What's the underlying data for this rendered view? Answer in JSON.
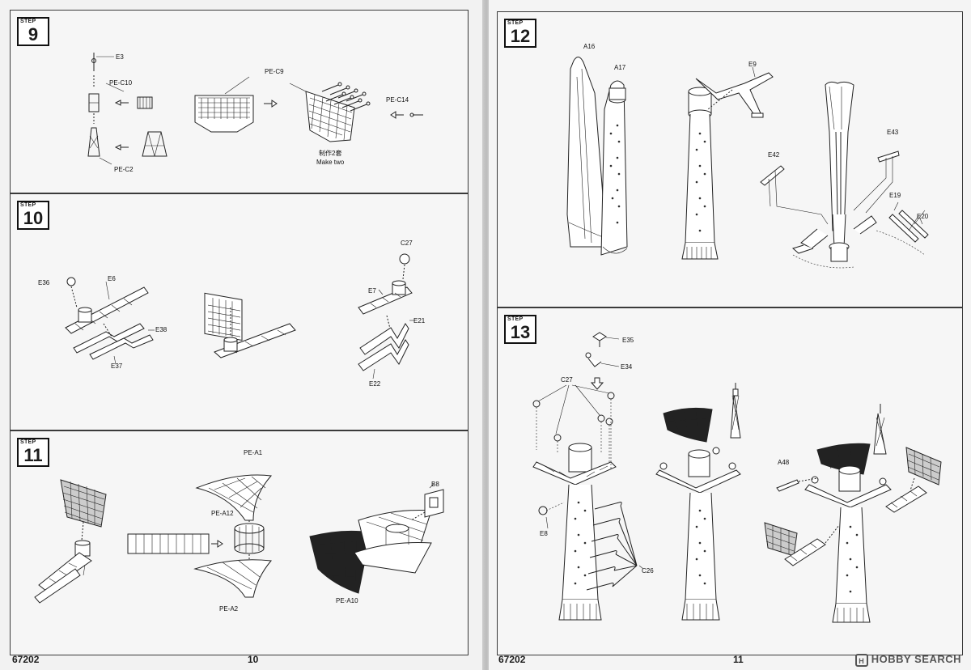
{
  "left_page": {
    "footer_code": "67202",
    "page_number": "10",
    "step9": {
      "step_word": "STEP",
      "number": "9",
      "labels": {
        "e3": "E3",
        "pe_c10": "PE-C10",
        "pe_c2": "PE-C2",
        "pe_c9": "PE-C9",
        "pe_c14": "PE-C14",
        "make_two_cn": "制作2套",
        "make_two_en": "Make two"
      }
    },
    "step10": {
      "step_word": "STEP",
      "number": "10",
      "labels": {
        "e36": "E36",
        "e6": "E6",
        "e38": "E38",
        "e37": "E37",
        "c27": "C27",
        "e7": "E7",
        "e21": "E21",
        "e22": "E22"
      }
    },
    "step11": {
      "step_word": "STEP",
      "number": "11",
      "labels": {
        "pe_a1": "PE-A1",
        "pe_a12": "PE-A12",
        "pe_a2": "PE-A2",
        "pe_a10": "PE-A10",
        "b8": "B8"
      }
    }
  },
  "right_page": {
    "footer_code": "67202",
    "page_number": "11",
    "step12": {
      "step_word": "STEP",
      "number": "12",
      "labels": {
        "a16": "A16",
        "a17": "A17",
        "e9": "E9",
        "e43": "E43",
        "e42": "E42",
        "e19": "E19",
        "e20": "E20"
      }
    },
    "step13": {
      "step_word": "STEP",
      "number": "13",
      "labels": {
        "e35": "E35",
        "e34": "E34",
        "c27": "C27",
        "e8": "E8",
        "c26": "C26",
        "a48": "A48"
      }
    }
  },
  "watermark": {
    "text": "HOBBY SEARCH",
    "icon": "hobby-search-logo-icon"
  }
}
